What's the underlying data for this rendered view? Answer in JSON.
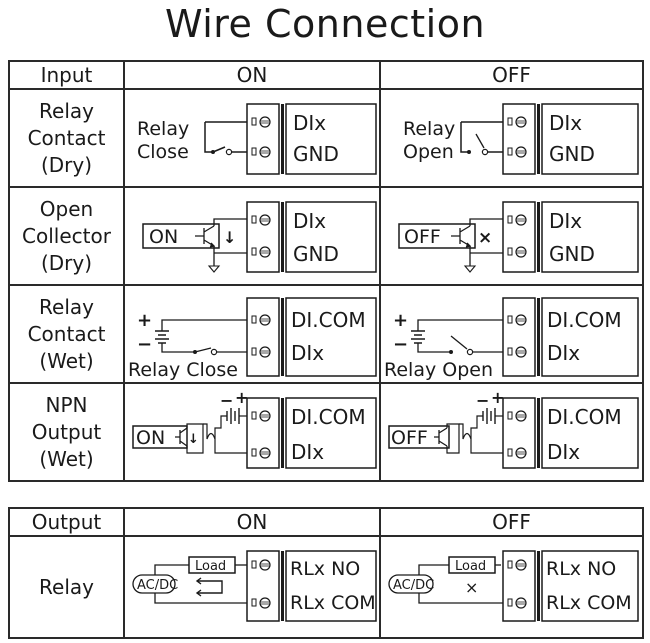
{
  "title": "Wire Connection",
  "input_table": {
    "headers": [
      "Input",
      "ON",
      "OFF"
    ],
    "rows": [
      {
        "label": [
          "Relay",
          "Contact",
          "(Dry)"
        ],
        "on": {
          "source": [
            "Relay",
            "Close"
          ],
          "terminals": [
            "DIx",
            "GND"
          ],
          "state": "switch-closed"
        },
        "off": {
          "source": [
            "Relay",
            "Open"
          ],
          "terminals": [
            "DIx",
            "GND"
          ],
          "state": "switch-open"
        }
      },
      {
        "label": [
          "Open",
          "Collector",
          "(Dry)"
        ],
        "on": {
          "source": "ON",
          "terminals": [
            "DIx",
            "GND"
          ],
          "indicator": "↓",
          "state": "current-flow"
        },
        "off": {
          "source": "OFF",
          "terminals": [
            "DIx",
            "GND"
          ],
          "indicator": "×",
          "state": "no-current"
        }
      },
      {
        "label": [
          "Relay",
          "Contact",
          "(Wet)"
        ],
        "on": {
          "source": "Relay Close",
          "polarity": [
            "+",
            "−"
          ],
          "terminals": [
            "DI.COM",
            "DIx"
          ],
          "state": "switch-closed"
        },
        "off": {
          "source": "Relay Open",
          "polarity": [
            "+",
            "−"
          ],
          "terminals": [
            "DI.COM",
            "DIx"
          ],
          "state": "switch-open"
        }
      },
      {
        "label": [
          "NPN",
          "Output",
          "(Wet)"
        ],
        "on": {
          "source": "ON",
          "polarity": [
            "−",
            "+"
          ],
          "terminals": [
            "DI.COM",
            "DIx"
          ],
          "indicator": "↓",
          "state": "current-flow"
        },
        "off": {
          "source": "OFF",
          "polarity": [
            "−",
            "+"
          ],
          "terminals": [
            "DI.COM",
            "DIx"
          ],
          "state": "no-current"
        }
      }
    ]
  },
  "output_table": {
    "headers": [
      "Output",
      "ON",
      "OFF"
    ],
    "rows": [
      {
        "label": [
          "Relay"
        ],
        "on": {
          "load": "Load",
          "supply": "AC/DC",
          "terminals": [
            "RLx NO",
            "RLx COM"
          ],
          "indicator": "⇄",
          "state": "current-flow"
        },
        "off": {
          "load": "Load",
          "supply": "AC/DC",
          "terminals": [
            "RLx NO",
            "RLx COM"
          ],
          "indicator": "×",
          "state": "no-current"
        }
      }
    ]
  },
  "colors": {
    "line": "#1a1a1a",
    "border": "#2a2a2a",
    "background": "#ffffff"
  }
}
